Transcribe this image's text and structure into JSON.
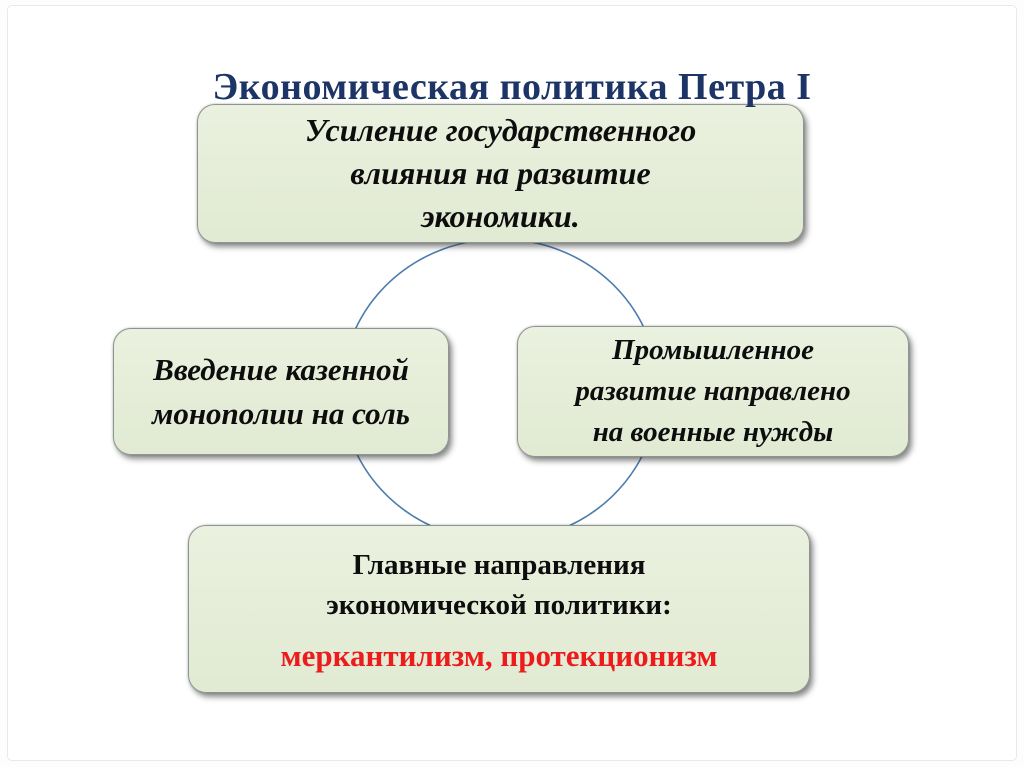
{
  "page": {
    "background_color": "#fdfdfd",
    "frame_border_color": "#e9e9e9"
  },
  "title": {
    "text": "Экономическая политика Петра I",
    "color": "#1d3566"
  },
  "diagram": {
    "box_fill_color": "#e5edd8",
    "box_border_color": "#8d9492",
    "circle_color": "#4d7dad",
    "boxes": {
      "top": {
        "lines": [
          "Усиление государственного",
          "влияния на развитие",
          "экономики."
        ]
      },
      "left": {
        "lines": [
          "Введение казенной",
          "монополии на соль"
        ]
      },
      "right": {
        "lines": [
          "Промышленное",
          "развитие направлено",
          "на военные нужды"
        ]
      },
      "bottom": {
        "black_lines": [
          "Главные направления",
          "экономической политики:"
        ],
        "red_line": "меркантилизм, протекционизм",
        "red_color": "#ed1c1c"
      }
    }
  }
}
